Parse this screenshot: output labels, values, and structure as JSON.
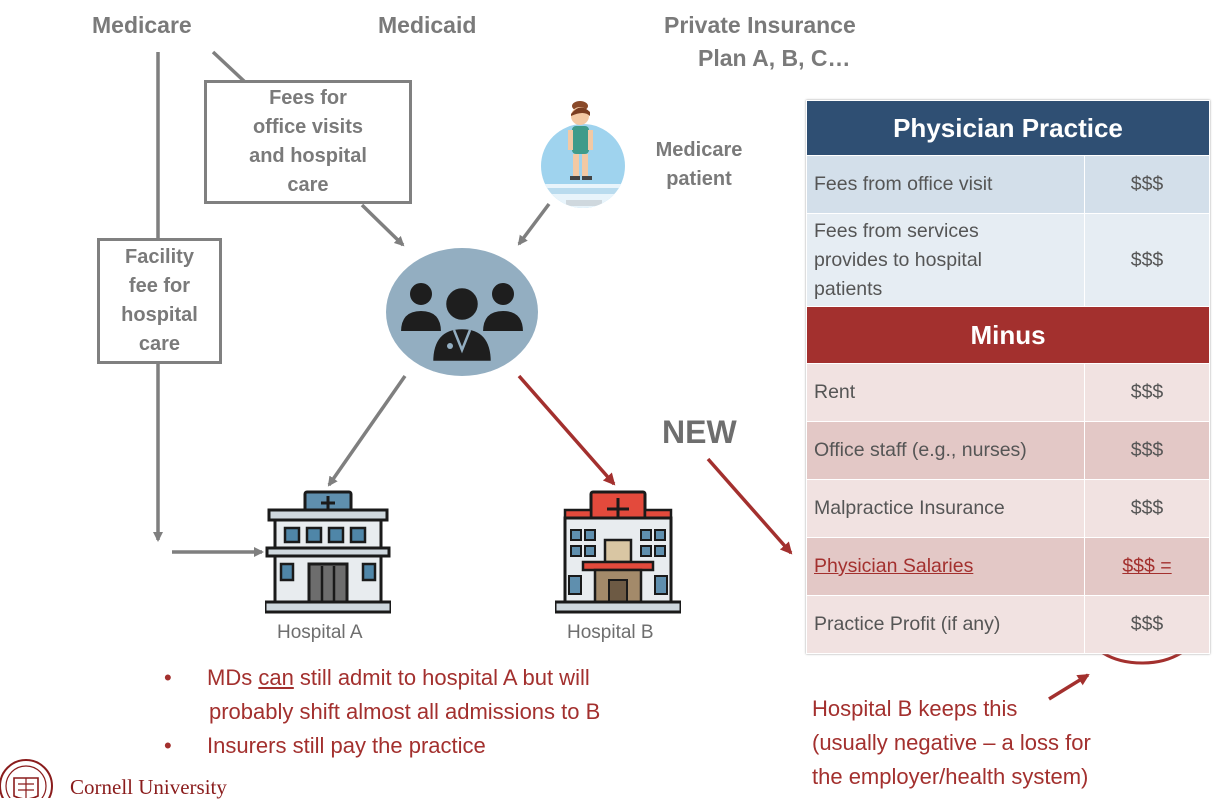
{
  "payers": {
    "medicare": "Medicare",
    "medicaid": "Medicaid",
    "private_line1": "Private Insurance",
    "private_line2": "Plan A, B, C…"
  },
  "boxes": {
    "fees_lines": [
      "Fees for",
      "office visits",
      "and hospital",
      "care"
    ],
    "facility_lines": [
      "Facility",
      "fee for",
      "hospital",
      "care"
    ]
  },
  "patient_label_lines": [
    "Medicare",
    "patient"
  ],
  "hospitals": {
    "a": "Hospital A",
    "b": "Hospital B"
  },
  "new_label": "NEW",
  "table": {
    "title": "Physician Practice",
    "rows_income": [
      {
        "label": "Fees from office visit",
        "amount": "$$$"
      },
      {
        "label_lines": [
          "Fees from services",
          "provides to hospital",
          "patients"
        ],
        "amount": "$$$"
      }
    ],
    "minus_title": "Minus",
    "rows_expense": [
      {
        "label": "Rent",
        "amount": "$$$"
      },
      {
        "label": "Office staff (e.g., nurses)",
        "amount": "$$$"
      },
      {
        "label": "Malpractice Insurance",
        "amount": "$$$"
      },
      {
        "label": "Physician Salaries",
        "amount": "$$$ ="
      },
      {
        "label": "Practice Profit (if any)",
        "amount": "$$$"
      }
    ]
  },
  "bullets": {
    "b1_pre": "MDs ",
    "b1_underline": "can",
    "b1_post": " still admit to hospital A but will",
    "b1_line2": "probably shift almost all admissions to B",
    "b2": "Insurers still pay the practice"
  },
  "note_lines": [
    "Hospital B keeps this",
    "(usually negative – a loss for",
    "the employer/health system)"
  ],
  "logo": {
    "name": "Cornell University"
  },
  "colors": {
    "gray": "#808080",
    "navy": "#2f4f73",
    "red": "#a3302e",
    "circle": "#93aec1"
  }
}
